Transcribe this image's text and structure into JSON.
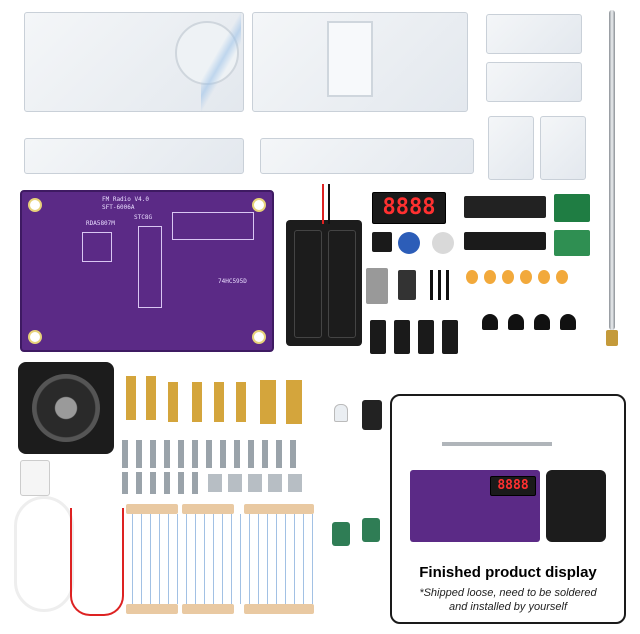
{
  "pcb": {
    "title": "FM Radio V4.0",
    "model": "SFT-6006A",
    "chip": "RDA5807M",
    "label_ic": "74HC595D",
    "label_mcu": "STC8G"
  },
  "display": {
    "digits": "8888"
  },
  "finished_panel": {
    "title": "Finished product display",
    "note_line1": "*Shipped loose, need to be soldered",
    "note_line2": "and installed by yourself"
  },
  "colors": {
    "pcb": "#5b2a86",
    "tape": "#e9c9a2",
    "accent": "#ff3030"
  }
}
